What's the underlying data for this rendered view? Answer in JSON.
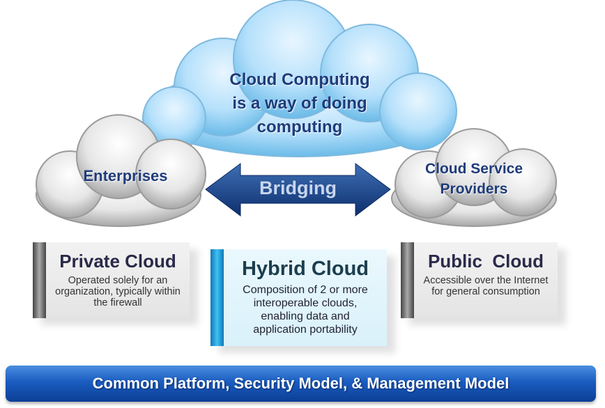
{
  "main_cloud": {
    "line1": "Cloud Computing",
    "line2": "is a way of doing",
    "line3": "computing"
  },
  "left_cloud": {
    "label": "Enterprises"
  },
  "right_cloud": {
    "line1": "Cloud Service",
    "line2": "Providers"
  },
  "arrow": {
    "label": "Bridging"
  },
  "private": {
    "title": "Private Cloud",
    "desc1": "Operated solely for an",
    "desc2": "organization, typically within",
    "desc3": "the firewall"
  },
  "hybrid": {
    "title": "Hybrid Cloud",
    "desc1": "Composition of 2 or more",
    "desc2": "interoperable clouds,",
    "desc3": "enabling data and",
    "desc4": "application portability"
  },
  "public": {
    "title": "Public  Cloud",
    "desc1": "Accessible over the Internet",
    "desc2": "for general consumption"
  },
  "footer": {
    "label": "Common Platform, Security Model, & Management Model"
  }
}
